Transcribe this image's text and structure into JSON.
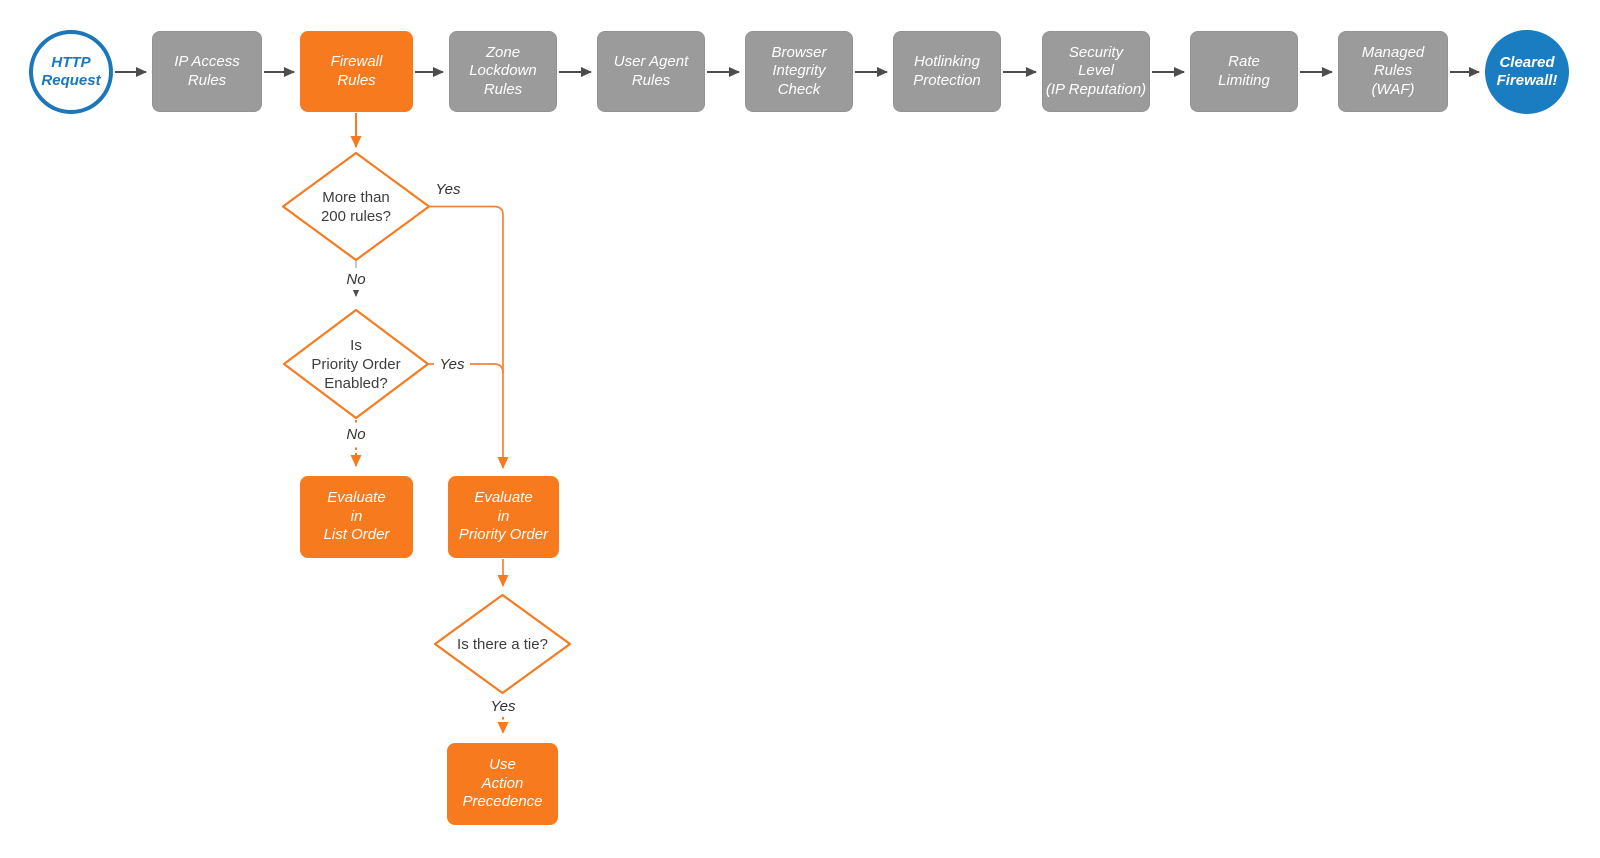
{
  "pipeline": {
    "start_label": "HTTP\nRequest",
    "steps": [
      {
        "label": "IP Access\nRules"
      },
      {
        "label": "Firewall\nRules"
      },
      {
        "label": "Zone\nLockdown\nRules"
      },
      {
        "label": "User Agent\nRules"
      },
      {
        "label": "Browser\nIntegrity\nCheck"
      },
      {
        "label": "Hotlinking\nProtection"
      },
      {
        "label": "Security\nLevel\n(IP Reputation)"
      },
      {
        "label": "Rate\nLimiting"
      },
      {
        "label": "Managed\nRules\n(WAF)"
      }
    ],
    "end_label": "Cleared\nFirewall!"
  },
  "decision_tree": {
    "d1_question": "More than\n200 rules?",
    "d1_yes": "Yes",
    "d1_no": "No",
    "d2_question": "Is\nPriority Order\nEnabled?",
    "d2_yes": "Yes",
    "d2_no": "No",
    "evaluate_list_label": "Evaluate\nin\nList Order",
    "evaluate_priority_label": "Evaluate\nin\nPriority Order",
    "d3_question": "Is there a tie?",
    "d3_yes": "Yes",
    "use_action_precedence_label": "Use\nAction\nPrecedence"
  },
  "colors": {
    "orange": "#f87a1e",
    "gray_node": "#9b9b9b",
    "blue_outline": "#1b76ba",
    "blue_fill": "#1a7dc2",
    "arrow_dark": "#4d4d4d"
  }
}
